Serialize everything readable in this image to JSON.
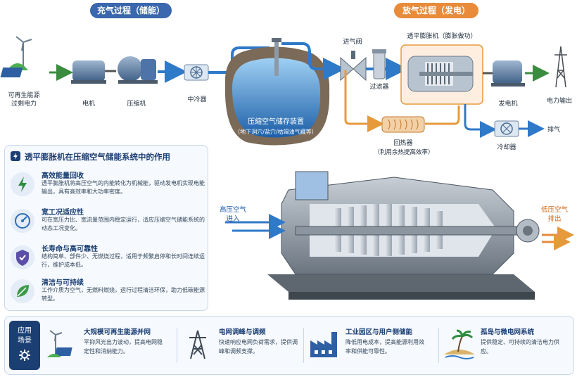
{
  "headers": {
    "charge": "充气过程（储能）",
    "discharge": "放气过程（发电）"
  },
  "colors": {
    "charge_pill": "#3a67ad",
    "discharge_pill": "#e88b3a",
    "air_line": "#2f79c9",
    "heat_line": "#e69a3c",
    "power_line": "#3c8c3f"
  },
  "flow": {
    "source": "可再生能源\n过剩电力",
    "motor": "电机",
    "compressor": "压缩机",
    "intercooler": "中冷器",
    "storage_title": "压缩空气储存装置",
    "storage_sub": "（地下洞穴/盐穴/枯竭油气藏等）",
    "valve": "进气阀",
    "filter": "过滤器",
    "expander": "透平膨胀机（膨胀做功）",
    "generator": "发电机",
    "output": "电力输出",
    "regenerator": "回热器",
    "regenerator_sub": "（利用余热提高效率）",
    "cooler": "冷却器",
    "exhaust": "排气"
  },
  "cutaway": {
    "inlet": "高压空气\n进入",
    "outlet": "低压空气\n排出"
  },
  "panel": {
    "title": "透平膨胀机在压缩空气储能系统中的作用",
    "items": [
      {
        "icon": "lightning-icon",
        "title": "高效能量回收",
        "desc": "透平膨胀机将高压空气的内能转化为机械能，驱动发电机实现电能输出，具有高效率和大功率密度。"
      },
      {
        "icon": "gauge-icon",
        "title": "宽工况适应性",
        "desc": "可在宽压力比、宽流量范围内稳定运行，适应压缩空气储能系统的动态工况变化。"
      },
      {
        "icon": "shield-icon",
        "title": "长寿命与高可靠性",
        "desc": "结构简单、部件少、无燃烧过程，适用于频繁启停和长时间连续运行，维护成本低。"
      },
      {
        "icon": "leaf-icon",
        "title": "清洁与可持续",
        "desc": "工作介质为空气，无燃料燃烧，运行过程清洁环保，助力低碳能源转型。"
      }
    ]
  },
  "apps": {
    "tag": "应用\n场景",
    "items": [
      {
        "icon": "wind-solar-icon",
        "title": "大规模可再生能源并网",
        "desc": "平抑风光出力波动，提高电网稳定性和消纳能力。"
      },
      {
        "icon": "transmission-tower-icon",
        "title": "电网调峰与调频",
        "desc": "快速响应电网负荷需求，提供调峰和调频支撑。"
      },
      {
        "icon": "factory-icon",
        "title": "工业园区与用户侧储能",
        "desc": "降低用电成本，提高能源利用效率和供能可靠性。"
      },
      {
        "icon": "island-icon",
        "title": "孤岛与微电网系统",
        "desc": "提供稳定、可持续的清洁电力供应。"
      }
    ]
  }
}
